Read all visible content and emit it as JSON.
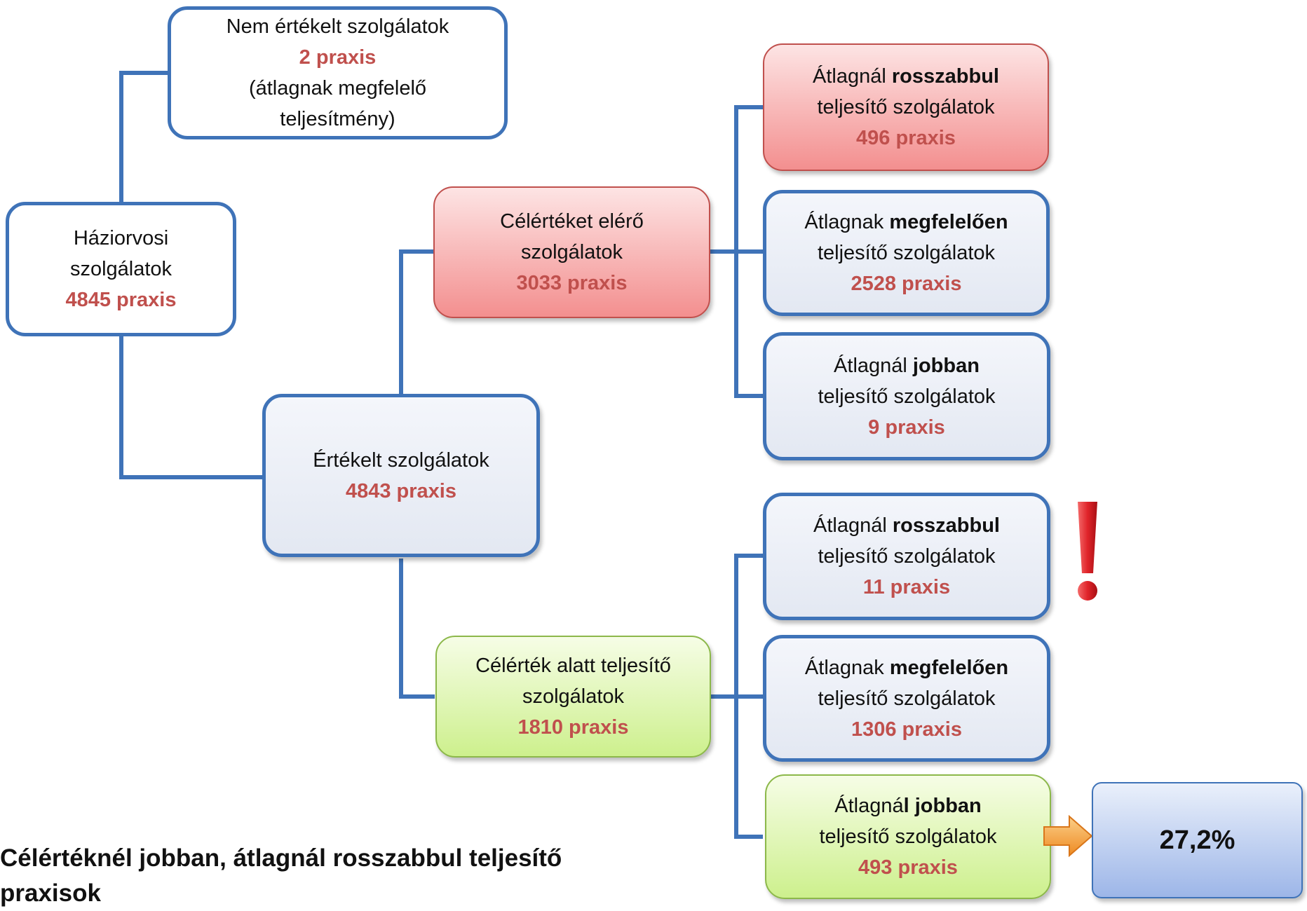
{
  "nodes": {
    "nem_ertekelt": {
      "line1": "Nem értékelt szolgálatok",
      "praxis": "2 praxis",
      "line3": "(átlagnak megfelelő",
      "line4": "teljesítmény)"
    },
    "haziorvosi": {
      "line1": "Háziorvosi",
      "line2": "szolgálatok",
      "praxis": "4845 praxis"
    },
    "ertekelt": {
      "line1": "Értékelt szolgálatok",
      "praxis": "4843 praxis"
    },
    "celerteket_elero": {
      "line1": "Célértéket elérő",
      "line2": "szolgálatok",
      "praxis": "3033 praxis"
    },
    "celertek_alatt": {
      "line1": "Célérték alatt teljesítő",
      "line2": "szolgálatok",
      "praxis": "1810 praxis"
    },
    "upper_rosszabbul": {
      "pre": "Átlagnál ",
      "bold": "rosszabbul",
      "line2": "teljesítő szolgálatok",
      "praxis": "496 praxis"
    },
    "upper_megfeleloen": {
      "pre": "Átlagnak ",
      "bold": "megfelelően",
      "line2": "teljesítő szolgálatok",
      "praxis": "2528 praxis"
    },
    "upper_jobban": {
      "pre": "Átlagnál ",
      "bold": "jobban",
      "line2": "teljesítő szolgálatok",
      "praxis": "9 praxis"
    },
    "lower_rosszabbul": {
      "pre": "Átlagnál ",
      "bold": "rosszabbul",
      "line2": "teljesítő szolgálatok",
      "praxis": "11 praxis"
    },
    "lower_megfeleloen": {
      "pre": "Átlagnak ",
      "bold": "megfelelően",
      "line2": "teljesítő szolgálatok",
      "praxis": "1306 praxis"
    },
    "lower_jobban": {
      "pre": "Átlagná",
      "bold": "l jobban",
      "line2": "teljesítő szolgálatok",
      "praxis": "493 praxis"
    }
  },
  "percent": "27,2%",
  "note": "Célértéknél jobban,  átlagnál rosszabbul teljesítő praxisok",
  "colors": {
    "connector": "#3f73b8",
    "praxis": "#c0504d",
    "exclamation": "#e0242a",
    "arrow": "#f29a2e"
  }
}
